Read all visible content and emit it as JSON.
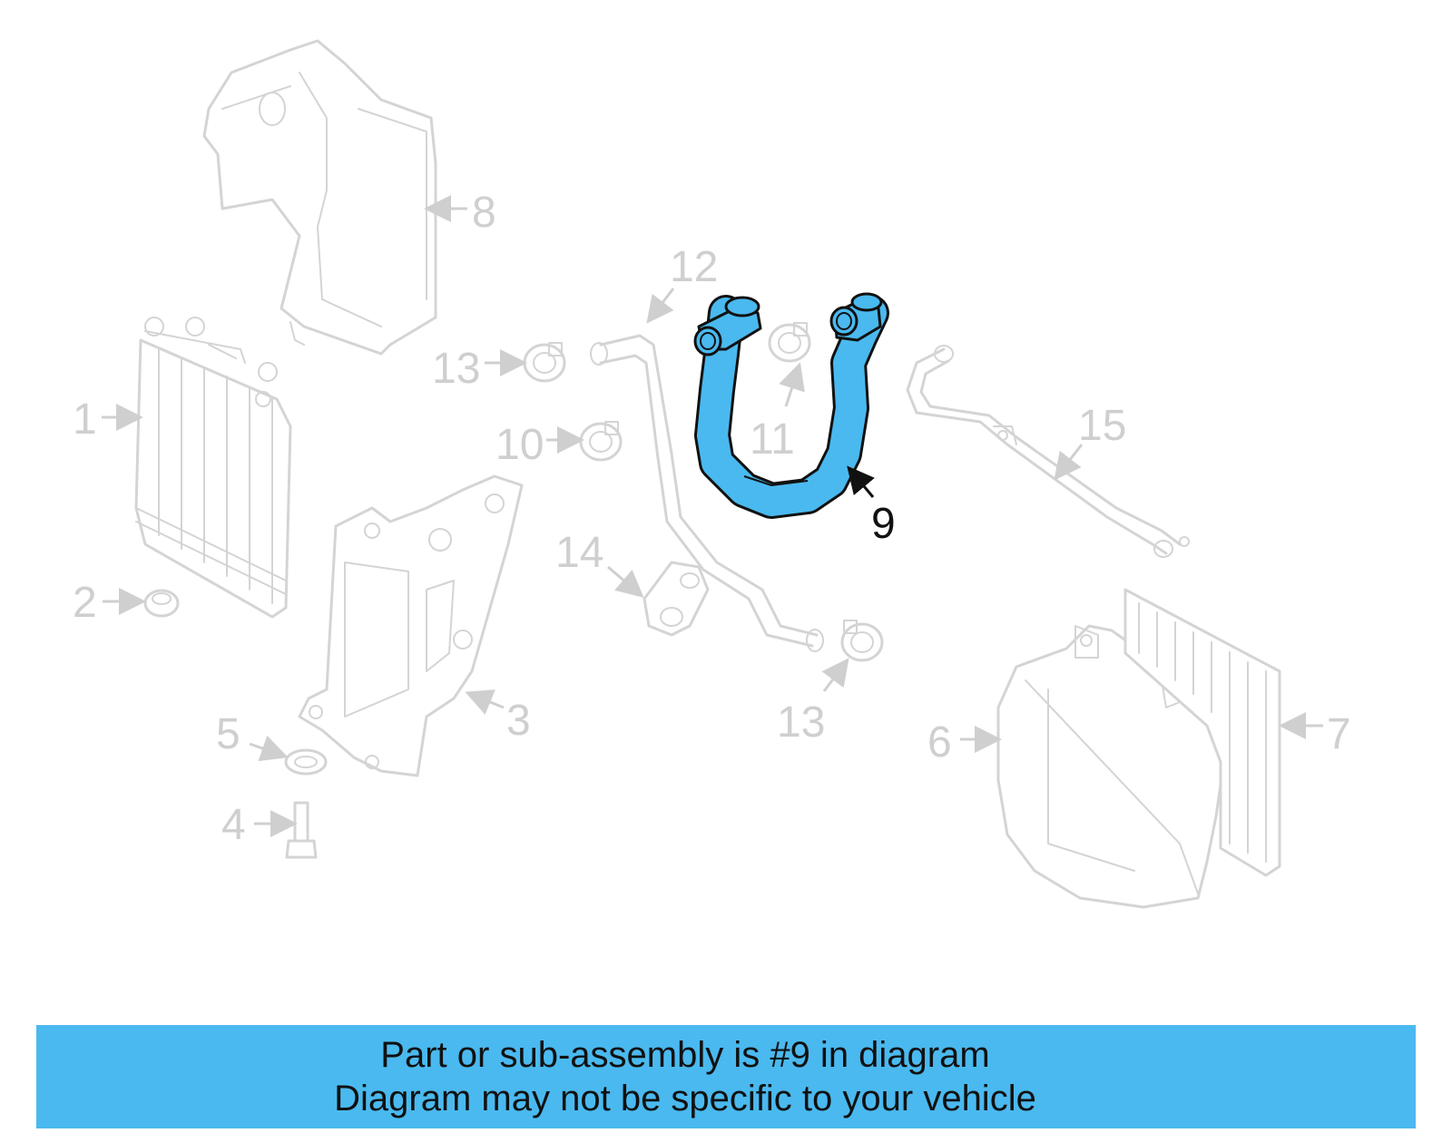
{
  "callouts": {
    "c1": "1",
    "c2": "2",
    "c3": "3",
    "c4": "4",
    "c5": "5",
    "c6": "6",
    "c7": "7",
    "c8": "8",
    "c9": "9",
    "c10": "10",
    "c11": "11",
    "c12": "12",
    "c13a": "13",
    "c13b": "13",
    "c14": "14",
    "c15": "15"
  },
  "highlight": {
    "part_number": "9",
    "color": "#4ab9ef"
  },
  "footer": {
    "line1": "Part or sub-assembly is #9 in diagram",
    "line2": "Diagram may not be specific to your vehicle",
    "background": "#4ab9ef"
  }
}
